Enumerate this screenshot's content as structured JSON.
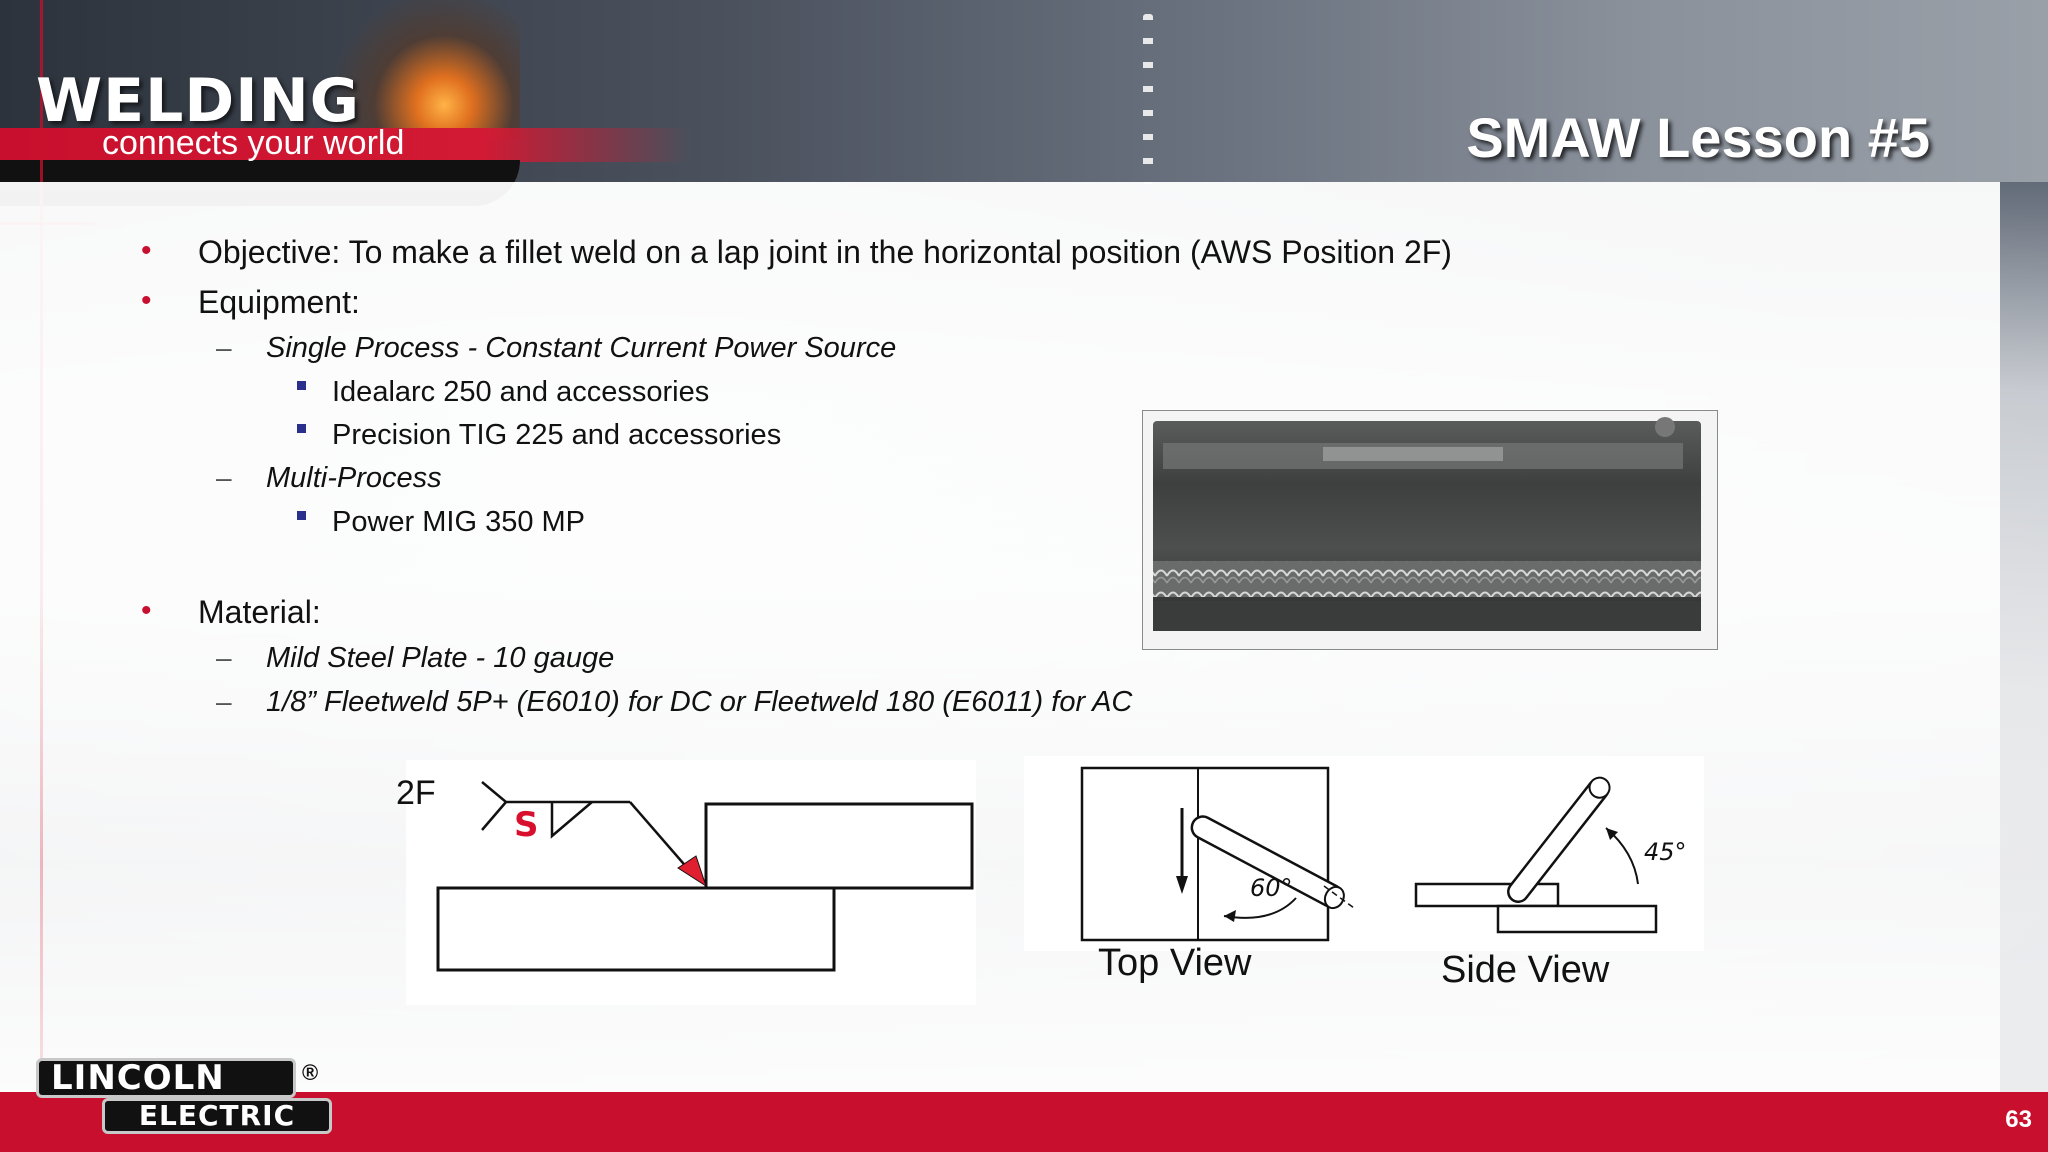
{
  "header": {
    "logo_main": "WELDING",
    "logo_tagline": "connects your world",
    "title": "SMAW Lesson #5"
  },
  "content": {
    "objective": "Objective: To make a fillet weld on a lap joint in the horizontal position (AWS Position 2F)",
    "equipment": "Equipment:",
    "single_process": "Single Process - Constant Current Power Source",
    "single_items": [
      "Idealarc 250 and accessories",
      "Precision TIG 225 and accessories"
    ],
    "multi_process": "Multi-Process",
    "multi_items": [
      "Power MIG 350 MP"
    ],
    "material": "Material:",
    "material_items": [
      "Mild Steel Plate - 10 gauge",
      "1/8” Fleetweld 5P+ (E6010) for DC or Fleetweld 180 (E6011) for AC"
    ]
  },
  "diagrams": {
    "position_label": "2F",
    "weld_symbol_letter": "S",
    "top_view_angle": "60°",
    "side_view_angle": "45°",
    "top_view_caption": "Top View",
    "side_view_caption": "Side View"
  },
  "footer": {
    "brand_top": "LINCOLN",
    "brand_bottom": "ELECTRIC",
    "registered": "®",
    "page_number": "63"
  },
  "colors": {
    "brand_red": "#c8102e",
    "bullet_square": "#2b2f8c"
  }
}
